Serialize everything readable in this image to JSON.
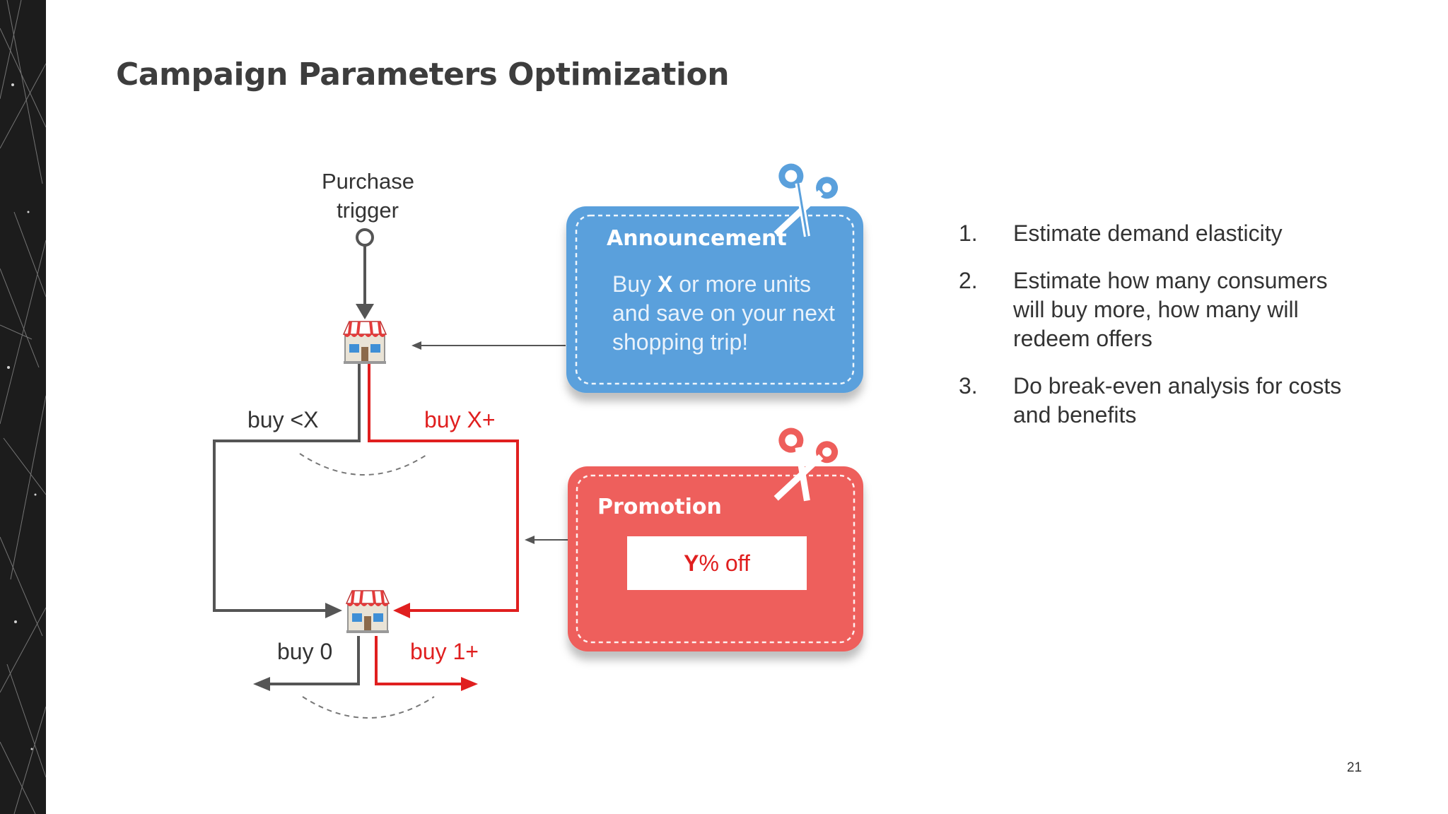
{
  "slide": {
    "title": "Campaign Parameters Optimization",
    "page_number": "21"
  },
  "flow": {
    "trigger_label_line1": "Purchase",
    "trigger_label_line2": "trigger",
    "buy_less_label": "buy <X",
    "buy_more_label": "buy X+",
    "buy_zero_label": "buy 0",
    "buy_one_plus_label": "buy 1+",
    "store_icon": "store-icon",
    "path_colors": {
      "default": "#555555",
      "highlight": "#e01f1f"
    }
  },
  "announcement": {
    "title": "Announcement",
    "text_before": "Buy",
    "text_bold": "X",
    "text_after": " or more units and save on your next shopping trip!",
    "color": "#5aa0dc",
    "icon": "scissors-icon"
  },
  "promotion": {
    "title": "Promotion",
    "offer_bold": "Y",
    "offer_rest": "% off",
    "color": "#ee5e5b",
    "icon": "scissors-icon"
  },
  "steps": [
    {
      "num": "1.",
      "text": "Estimate demand elasticity"
    },
    {
      "num": "2.",
      "text": "Estimate how many consumers will buy more, how many will redeem offers"
    },
    {
      "num": "3.",
      "text": "Do break-even analysis for costs and benefits"
    }
  ]
}
